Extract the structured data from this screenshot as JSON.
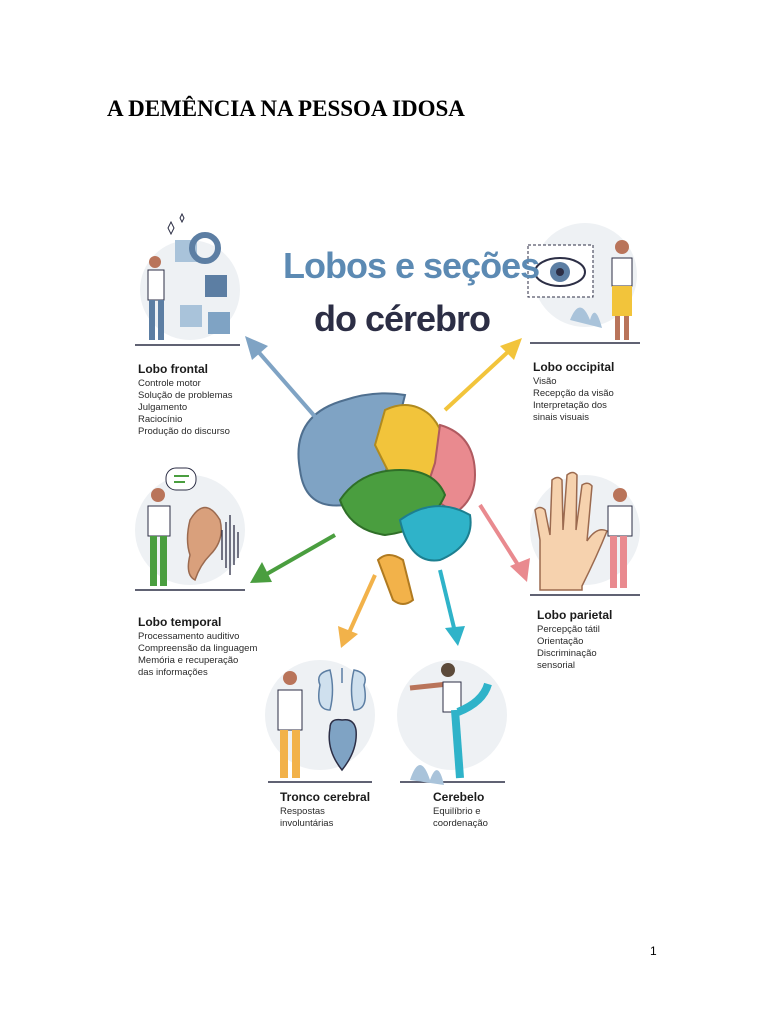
{
  "document": {
    "title": "A DEMÊNCIA NA PESSOA IDOSA",
    "page_number": "1"
  },
  "infographic": {
    "title_line1": "Lobos e seções",
    "title_line2": "do cérebro",
    "sections": {
      "frontal": {
        "title": "Lobo frontal",
        "items": [
          "Controle motor",
          "Solução de problemas",
          "Julgamento",
          "Raciocínio",
          "Produção do discurso"
        ]
      },
      "occipital": {
        "title": "Lobo occipital",
        "items": [
          "Visão",
          "Recepção da visão",
          "Interpretação dos",
          "sinais visuais"
        ]
      },
      "temporal": {
        "title": "Lobo temporal",
        "items": [
          "Processamento auditivo",
          "Compreensão da linguagem",
          "Memória e recuperação",
          "das informações"
        ]
      },
      "parietal": {
        "title": "Lobo parietal",
        "items": [
          "Percepção tátil",
          "Orientação",
          "Discriminação",
          "sensorial"
        ]
      },
      "tronco": {
        "title": "Tronco cerebral",
        "items": [
          "Respostas",
          "involuntárias"
        ]
      },
      "cerebelo": {
        "title": "Cerebelo",
        "items": [
          "Equilíbrio e",
          "coordenação"
        ]
      }
    },
    "colors": {
      "frontal": "#7fa3c4",
      "occipital": "#f2c43b",
      "temporal": "#4a9e3f",
      "parietal": "#e98a8f",
      "tronco": "#f2b24a",
      "cerebelo": "#2fb3c9",
      "title_blue": "#5c8ab3",
      "title_dark": "#2c2e45"
    }
  }
}
